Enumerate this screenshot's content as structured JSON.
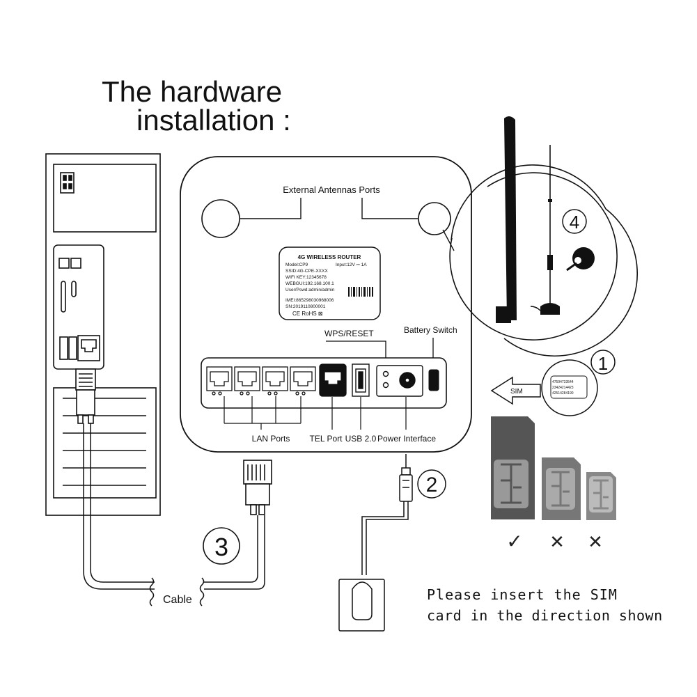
{
  "title": {
    "line1": "The hardware",
    "line2": "installation :"
  },
  "router": {
    "antenna_ports_label": "External Antennas Ports",
    "wps_label": "WPS/RESET",
    "battery_label": "Battery Switch",
    "lan_label": "LAN Ports",
    "tel_label": "TEL Port",
    "usb_label": "USB 2.0",
    "power_label": "Power Interface"
  },
  "sticker": {
    "heading": "4G WIRELESS ROUTER",
    "model": "Model:CP9",
    "input": "Input:12V ⎓ 1A",
    "ssid": "SSID:4G-CPE-XXXX",
    "wifi_key": "WIFI KEY:12345678",
    "webgui": "WEBGUI:192.168.100.1",
    "user": "User/Pswd:admin/admin",
    "imei": "IMEI:865298030968006",
    "sn": "SN:2019110800001",
    "marks": "CE  RoHS  ⊠"
  },
  "steps": {
    "one": "1",
    "two": "2",
    "three": "3",
    "four": "4"
  },
  "sim": {
    "arrow_label": "SIM",
    "card_text_1": "47594733544",
    "card_text_2": "23424214423",
    "card_text_3": "42514284190",
    "correct_mark": "✓",
    "wrong_mark_1": "✕",
    "wrong_mark_2": "✕"
  },
  "cable_label": "Cable",
  "note": {
    "line1": "Please insert the SIM",
    "line2": "card in the direction shown"
  }
}
